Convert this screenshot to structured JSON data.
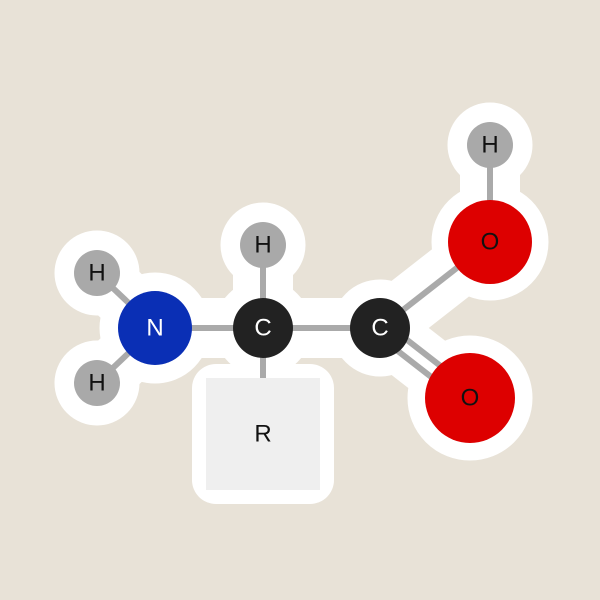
{
  "colors": {
    "background": "#e8e2d7",
    "sticker": "#ffffff",
    "bond": "#aaaaaa",
    "hydrogen": "#a9a9a9",
    "carbon": "#222222",
    "nitrogen": "#0a2fb5",
    "oxygen": "#dd0000",
    "r_group": "#efefef",
    "light_text": "#ffffff",
    "dark_text": "#111111"
  },
  "atoms": {
    "h_amine_top": "H",
    "h_amine_bottom": "H",
    "n": "N",
    "h_alpha": "H",
    "c_alpha": "C",
    "r_group": "R",
    "c_carboxyl": "C",
    "o_hydroxyl": "O",
    "h_hydroxyl": "H",
    "o_carbonyl": "O"
  }
}
